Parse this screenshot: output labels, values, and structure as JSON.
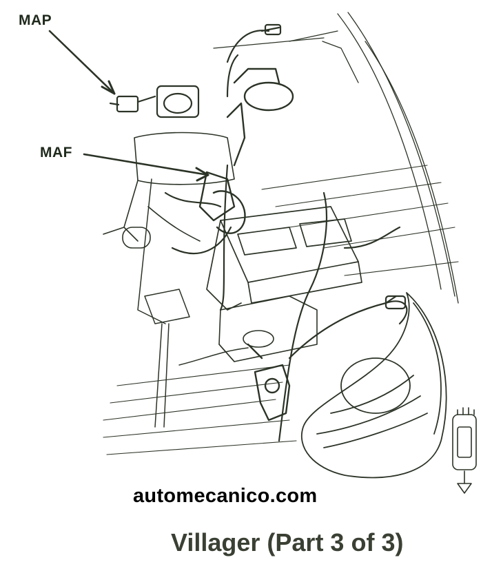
{
  "labels": {
    "map": "MAP",
    "maf": "MAF"
  },
  "watermark": "automecanico.com",
  "caption": "Villager (Part 3 of 3)",
  "colors": {
    "ink": "#2b3326",
    "caption": "#3a4033",
    "watermark": "#000000"
  },
  "icons": {
    "orientation": "vehicle-front-arrow-icon"
  }
}
